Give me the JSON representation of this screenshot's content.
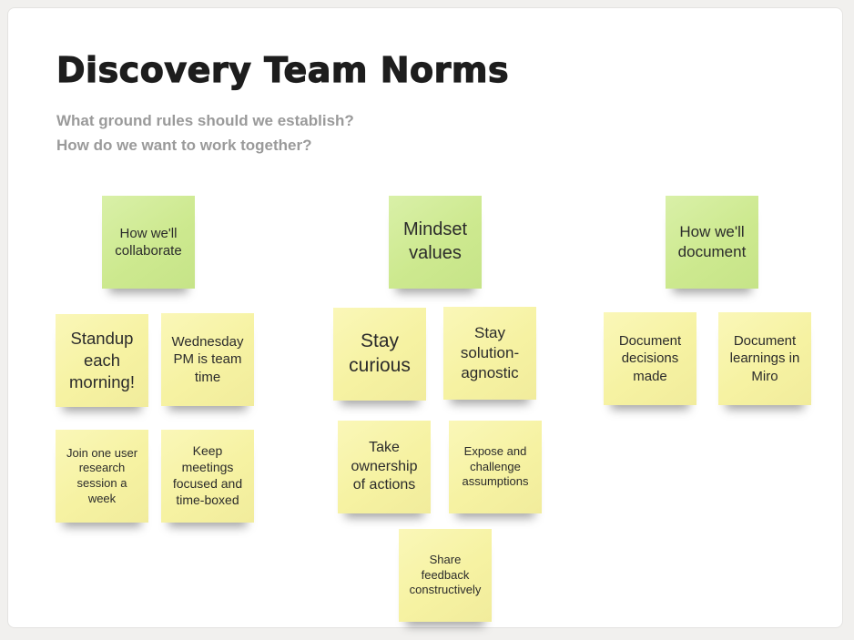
{
  "board": {
    "title": "Discovery Team Norms",
    "prompt_line1": "What ground rules should we establish?",
    "prompt_line2": "How do we want to work together?"
  },
  "colors": {
    "category_note": "#cde98f",
    "sticky_note": "#f6f2a2",
    "title_text": "#1d1d1d",
    "prompt_text": "#9a9a9a",
    "canvas": "#ffffff",
    "page_background": "#f1f0ee"
  },
  "columns": [
    {
      "header": "How we'll collaborate",
      "notes": [
        "Standup each morning!",
        "Wednesday PM is team time",
        "Join one user research session a week",
        "Keep meetings focused and time-boxed"
      ]
    },
    {
      "header": "Mindset values",
      "notes": [
        "Stay curious",
        "Stay solution-agnostic",
        "Take ownership of actions",
        "Expose and challenge assumptions",
        "Share feedback constructively"
      ]
    },
    {
      "header": "How we'll document",
      "notes": [
        "Document decisions made",
        "Document learnings in Miro"
      ]
    }
  ]
}
